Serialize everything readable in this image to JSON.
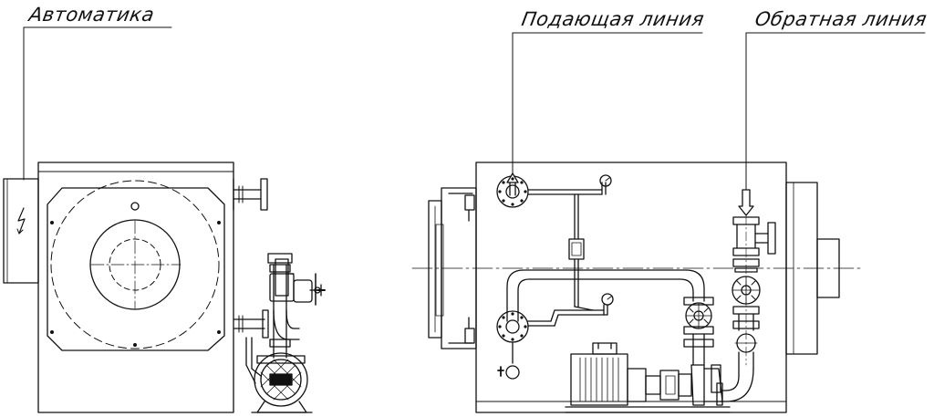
{
  "labels": {
    "automation": "Автоматика",
    "supply_line": "Подающая линия",
    "return_line": "Обратная линия"
  },
  "colors": {
    "ink": "#111111",
    "background": "#ffffff"
  },
  "icons": {
    "lightning": "high-voltage-bolt"
  }
}
